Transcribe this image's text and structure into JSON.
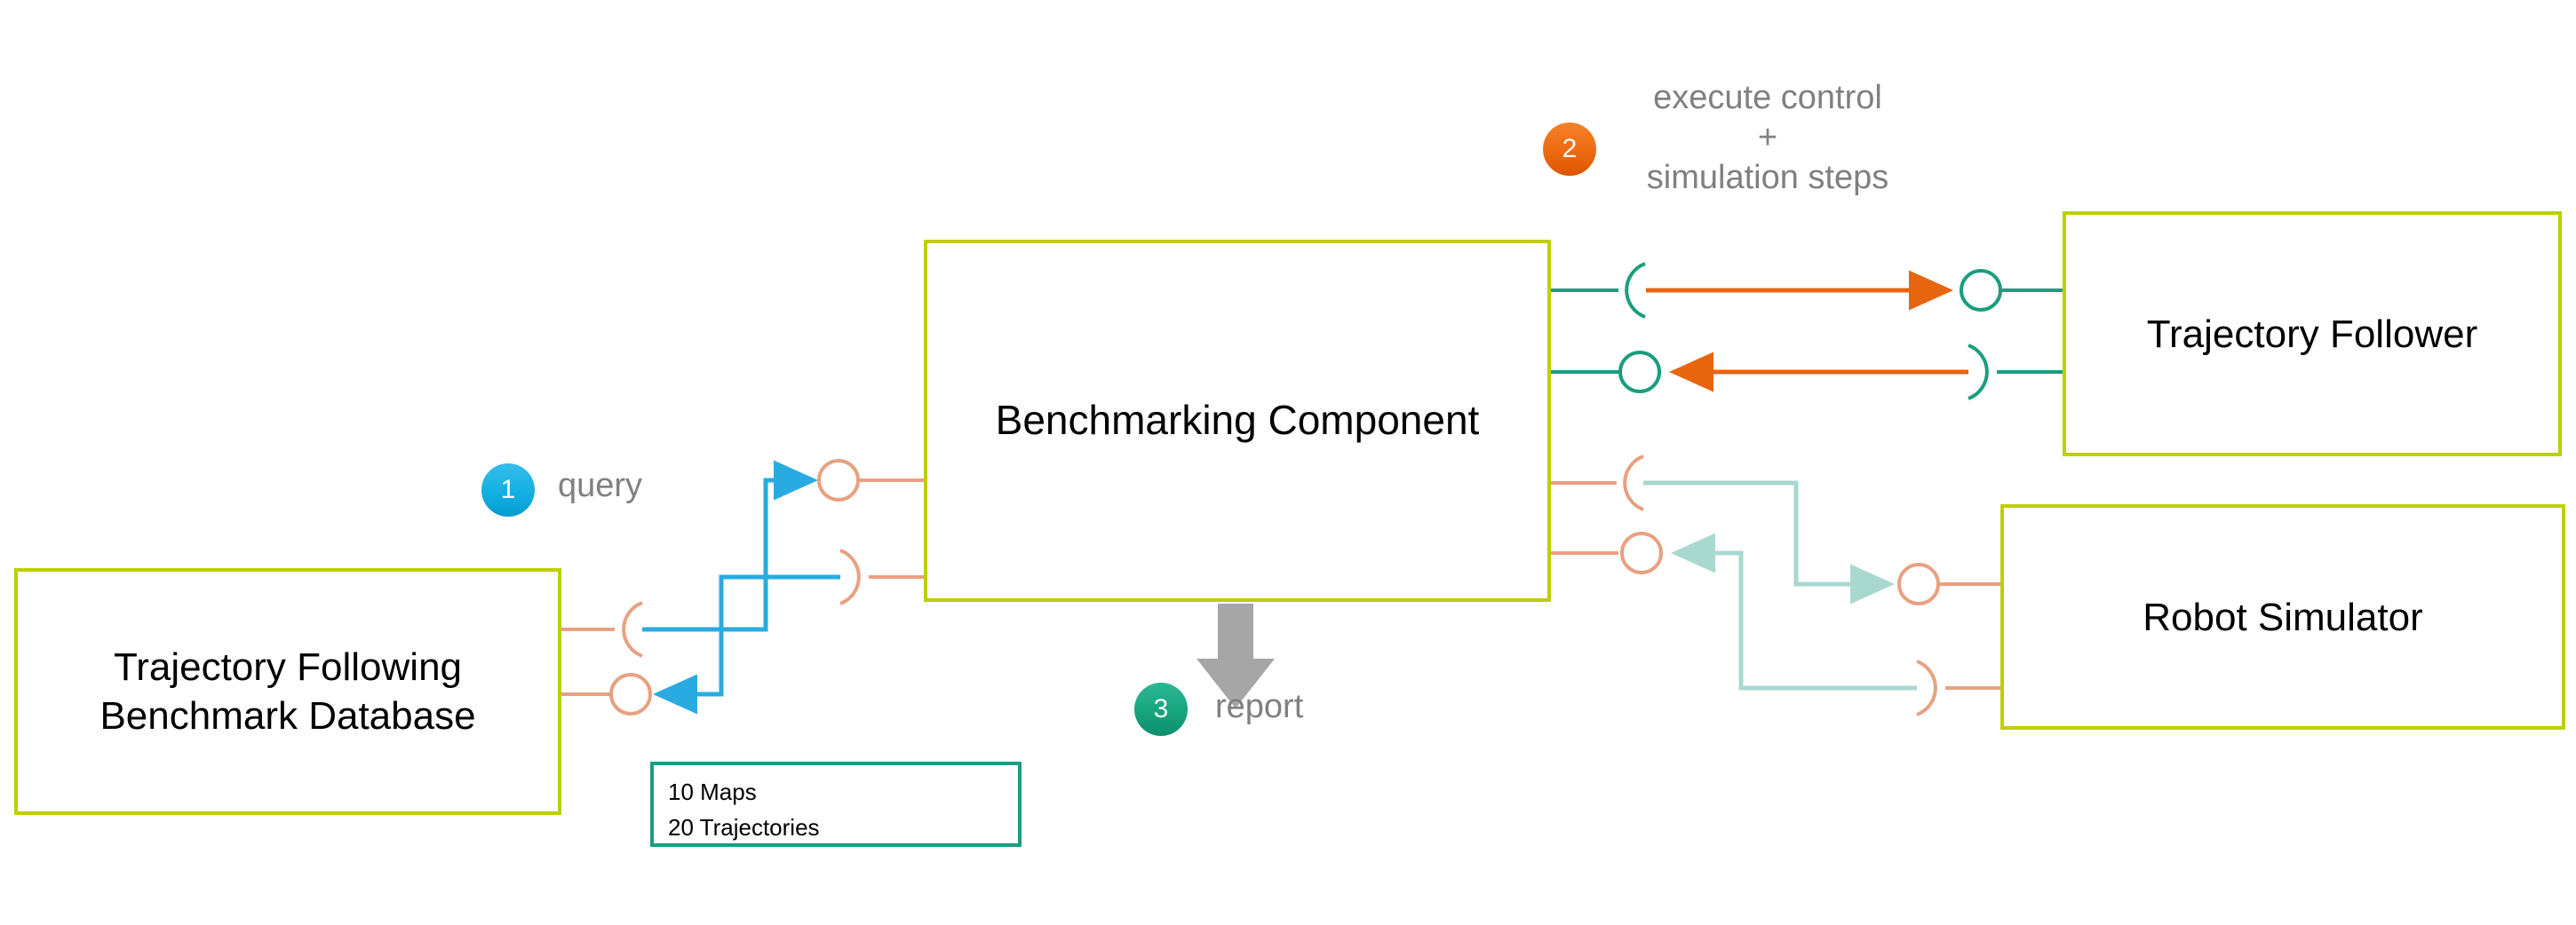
{
  "diagram": {
    "title": "Trajectory Following Benchmarking Architecture",
    "palette": {
      "component_border": "#bccf00",
      "stats_border": "#1a9e7e",
      "port_salmon": "#e8a180",
      "port_teal": "#1a9e7e",
      "connector_cyan": "#29abe2",
      "connector_orange": "#e8650f",
      "connector_pale_teal": "#a8d8d0",
      "caption_gray": "#808080",
      "report_arrow_gray": "#a6a6a6",
      "badge_1": "#12b0e2",
      "badge_2": "#ef6c13",
      "badge_3": "#16a47d",
      "text_black": "#000000"
    },
    "components": [
      {
        "id": "benchmark",
        "label": "Benchmarking Component"
      },
      {
        "id": "database",
        "label": "Trajectory Following\nBenchmark Database"
      },
      {
        "id": "follower",
        "label": "Trajectory Follower"
      },
      {
        "id": "simulator",
        "label": "Robot Simulator"
      }
    ],
    "stats": {
      "maps": "10 Maps",
      "trajectories": "20 Trajectories"
    },
    "steps": [
      {
        "number": "1",
        "caption": "query"
      },
      {
        "number": "2",
        "caption": "execute control\n+\nsimulation steps"
      },
      {
        "number": "3",
        "caption": "report"
      }
    ],
    "step_labels": {
      "one": "1",
      "two": "2",
      "three": "3",
      "query": "query",
      "execute": "execute control\n+\nsimulation steps",
      "report": "report"
    },
    "ports": {
      "provided_icon": "lollipop-ball-icon",
      "required_icon": "socket-icon"
    }
  }
}
